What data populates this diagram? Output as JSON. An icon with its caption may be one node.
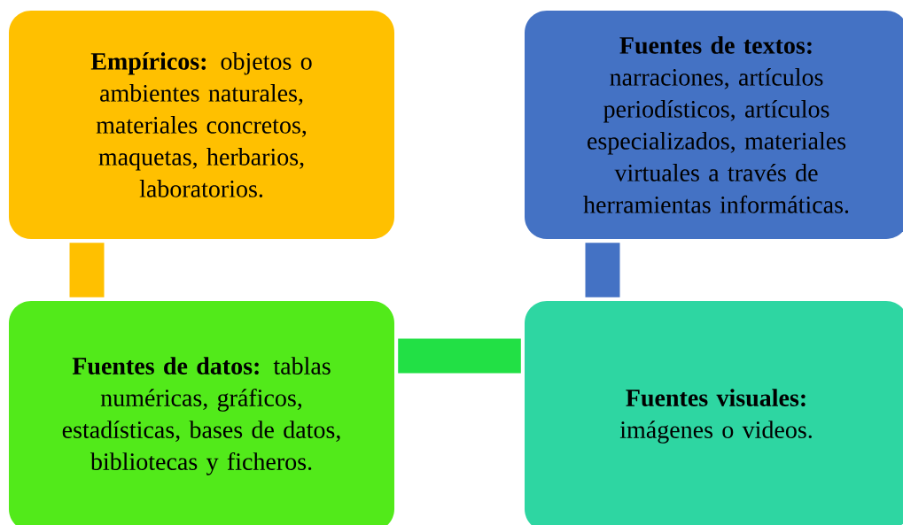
{
  "diagram": {
    "nodes": [
      {
        "text": [
          "**Empíricos:** objetos o ambientes naturales, materiales concretos, maquetas, herbarios, laboratorios."
        ]
      },
      {
        "text": [
          "**Fuentes de textos:** narraciones, artículos periodísticos, artículos especializados, materiales virtuales a través de herramientas informáticas."
        ]
      },
      {
        "text": [
          "**Fuentes de datos:** tablas numéricas, gráficos, estadísticas, bases de datos, bibliotecas y ficheros."
        ]
      },
      {
        "text": [
          "**Fuentes visuales:** imágenes o videos."
        ]
      }
    ],
    "edges": [
      {
        "from": 0,
        "to": 2,
        "arrow": "none",
        "color": "#ffc000"
      },
      {
        "from": 2,
        "to": 3,
        "arrow": "none",
        "color": "#22e045"
      },
      {
        "from": 1,
        "to": 3,
        "arrow": "none",
        "color": "#4472c4"
      }
    ]
  }
}
